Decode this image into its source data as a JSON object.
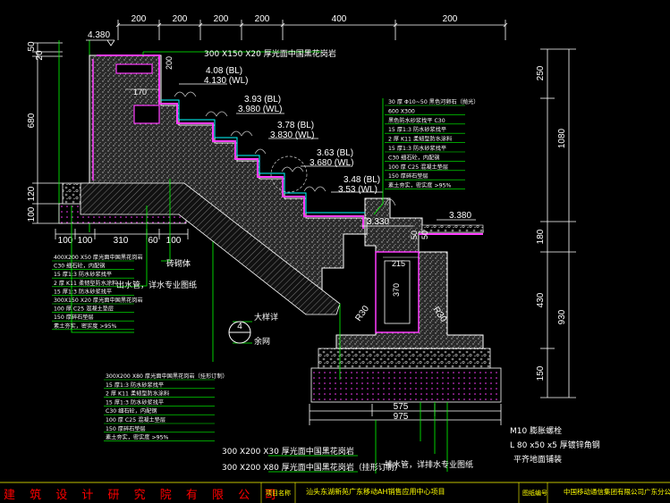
{
  "top_dims": [
    "200",
    "200",
    "200",
    "200",
    "400",
    "200"
  ],
  "right_dims": [
    "250",
    "1080",
    "180",
    "430",
    "930",
    "150"
  ],
  "left_dims": [
    "50",
    "20",
    "680",
    "120",
    "100"
  ],
  "inner_dims": {
    "d200": "200",
    "d170": "170",
    "d215": "215",
    "d370": "370",
    "d50a": "50",
    "d50b": "50"
  },
  "bottom_dims": [
    "100",
    "100",
    "310",
    "60",
    "100"
  ],
  "bottom_total": {
    "a": "575",
    "b": "975"
  },
  "levels": {
    "l_top": "4.380",
    "l1_bl": "4.08 (BL)",
    "l1_wl": "4.130 (WL)",
    "l2_bl": "3.93 (BL)",
    "l2_wl": "3.980 (WL)",
    "l3_bl": "3.78 (BL)",
    "l3_wl": "3.830 (WL)",
    "l4_bl": "3.63 (BL)",
    "l4_wl": "3.680 (WL)",
    "l5_bl": "3.48 (BL)",
    "l5_wl": "3.53 (WL)",
    "l_pool": "3.330",
    "l_right": "3.380"
  },
  "notes": {
    "top_callout": "300 X150 X20 厚光面中国黑花岗岩",
    "side_wall": "砖砌体",
    "outlet": "出水管，详水专业图纸",
    "grate": "大样详",
    "section_no": "4",
    "section_label": "余网",
    "r1": "R30",
    "r2": "R30",
    "bottom1": "300 X200 X30 厚光面中国黑花岗岩",
    "bottom2": "300 X200 X80 厚光面中国黑花岗岩（挂形订制）",
    "drain": "排水管，详排水专业图纸",
    "m10": "M10 膨胀螺栓",
    "angle": "L 80 x50 x5 厚镀锌角钢",
    "flat": "平齐地面铺装"
  },
  "left_stack": [
    "400X200 X50 厚光面中国黑花岗岩",
    "C30 细石砼，内配钢",
    "15 厚1:3 防水砂浆找平",
    "2 厚 K11 柔韧型防水涂料",
    "15 厚1:3 防水砂浆找平",
    "300X150 X20 厚光面中国黑花岗岩",
    "100 厚 C25 混凝土垫层",
    "150 厚碎石垫层",
    "素土夯实，密实度 >95%"
  ],
  "right_stack": [
    "30 厚 Φ10~50 黑色河卵石（抛光）",
    "600 X300",
    "黑色防水砂浆找平 C30",
    "15 厚1:3 防水砂浆找平",
    "2 厚 K11 柔韧型防水涂料",
    "15 厚1:3 防水砂浆找平",
    "C30 细石砼，内配钢",
    "100 厚 C25 混凝土垫层",
    "150 厚碎石垫层",
    "素土夯实，密实度 >95%"
  ],
  "lower_stack": [
    "300X200 X80 厚光面中国黑花岗岩（挂形订制）",
    "15 厚1:3 防水砂浆找平",
    "2 厚 K11 柔韧型防水涂料",
    "15 厚1:3 防水砂浆找平",
    "C30 细石砼，内配钢",
    "100 厚 C25 混凝土垫层",
    "150 厚碎石垫层",
    "素土夯实，密实度 >95%"
  ],
  "title_bar": {
    "company": "建 筑 设 计 研 究 院 有 限 公 司",
    "proj_label": "项目名称",
    "project": "汕头东湖新苑广东移动AH销售应用中心项目",
    "drawing_label": "图纸编号",
    "client": "中国移动通信集团有限公司广东分公司"
  },
  "colors": {
    "bg": "#000000",
    "structure": "#ffffff",
    "concrete": "#8a8a8a",
    "finish": "#ff3cff",
    "leader": "#00ff00",
    "dim": "#ffffff",
    "level": "#ffffff",
    "title": "#ffff00",
    "water": "#00ffff"
  }
}
